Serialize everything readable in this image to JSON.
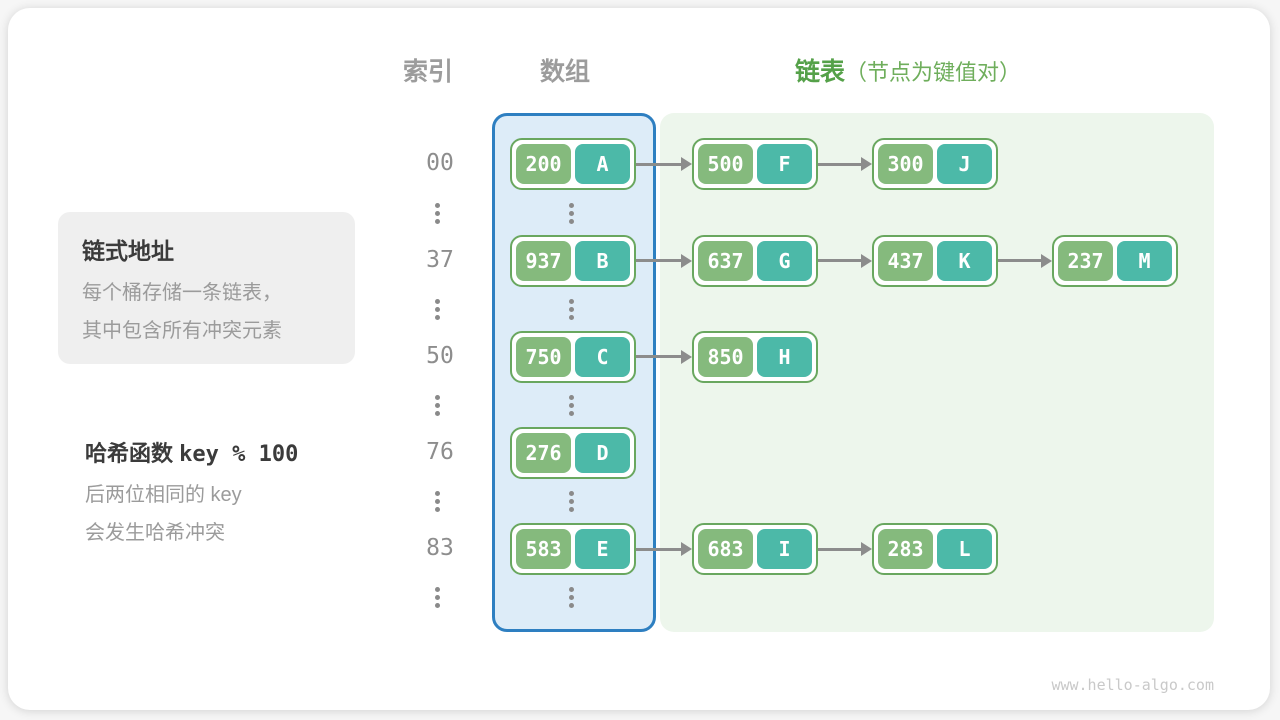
{
  "headers": {
    "index": "索引",
    "array": "数组",
    "list": "链表",
    "list_note": "（节点为键值对）"
  },
  "info_box": {
    "title": "链式地址",
    "lines": [
      "每个桶存储一条链表，",
      "其中包含所有冲突元素"
    ]
  },
  "hash_note": {
    "title_cjk": "哈希函数",
    "title_code": "key % 100",
    "lines": [
      "后两位相同的 key",
      "会发生哈希冲突"
    ]
  },
  "rows": [
    {
      "index": "00",
      "bucket": {
        "key": "200",
        "value": "A"
      },
      "chain": [
        {
          "key": "500",
          "value": "F"
        },
        {
          "key": "300",
          "value": "J"
        }
      ]
    },
    {
      "index": "37",
      "bucket": {
        "key": "937",
        "value": "B"
      },
      "chain": [
        {
          "key": "637",
          "value": "G"
        },
        {
          "key": "437",
          "value": "K"
        },
        {
          "key": "237",
          "value": "M"
        }
      ]
    },
    {
      "index": "50",
      "bucket": {
        "key": "750",
        "value": "C"
      },
      "chain": [
        {
          "key": "850",
          "value": "H"
        }
      ]
    },
    {
      "index": "76",
      "bucket": {
        "key": "276",
        "value": "D"
      },
      "chain": []
    },
    {
      "index": "83",
      "bucket": {
        "key": "583",
        "value": "E"
      },
      "chain": [
        {
          "key": "683",
          "value": "I"
        },
        {
          "key": "283",
          "value": "L"
        }
      ]
    }
  ],
  "colors": {
    "key_cell_green": "#85ba7d",
    "value_cell_teal": "#4cb9a8",
    "node_border_green": "#69a75f",
    "array_fill_blue": "#ddecf8",
    "array_border_blue": "#2e7fc1",
    "list_region_green": "#edf6ec",
    "header_green": "#55a149",
    "gray_text": "#9c9c9c",
    "arrow_gray": "#8c8c8c"
  },
  "watermark": "www.hello-algo.com"
}
